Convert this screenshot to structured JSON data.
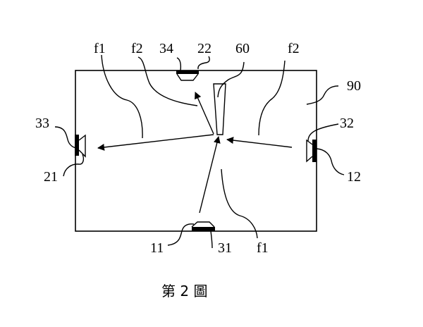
{
  "figure": {
    "caption": "第 2 圖",
    "labels": {
      "f1_top": "f1",
      "f2_top_left": "f2",
      "n34": "34",
      "n22": "22",
      "n60": "60",
      "f2_top_right": "f2",
      "n90": "90",
      "n33": "33",
      "n21": "21",
      "n32": "32",
      "n12": "12",
      "n11": "11",
      "n31": "31",
      "f1_bottom": "f1"
    },
    "components": [
      {
        "id": "11",
        "role": "transducer-bottom"
      },
      {
        "id": "12",
        "role": "transducer-right"
      },
      {
        "id": "21",
        "role": "transducer-left"
      },
      {
        "id": "22",
        "role": "transducer-top"
      },
      {
        "id": "31",
        "role": "base-bottom"
      },
      {
        "id": "32",
        "role": "base-right"
      },
      {
        "id": "33",
        "role": "base-left"
      },
      {
        "id": "34",
        "role": "base-top"
      },
      {
        "id": "60",
        "role": "tapered-element"
      },
      {
        "id": "90",
        "role": "enclosure"
      }
    ]
  }
}
